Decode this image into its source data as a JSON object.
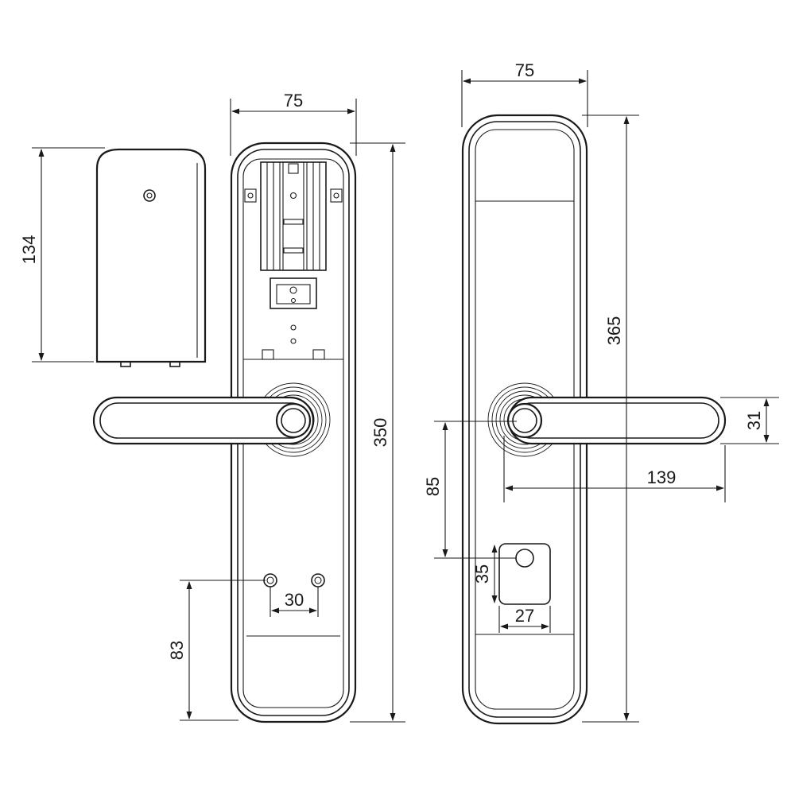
{
  "dimensions": {
    "cover_height": "134",
    "front_width": "75",
    "front_height": "350",
    "screw_spacing": "30",
    "screw_height": "83",
    "back_width": "75",
    "back_height": "365",
    "handle_thickness": "31",
    "handle_length": "139",
    "spindle_to_key": "85",
    "key_height": "35",
    "key_width": "27"
  },
  "colors": {
    "line": "#1a1a1a",
    "background": "#ffffff"
  }
}
